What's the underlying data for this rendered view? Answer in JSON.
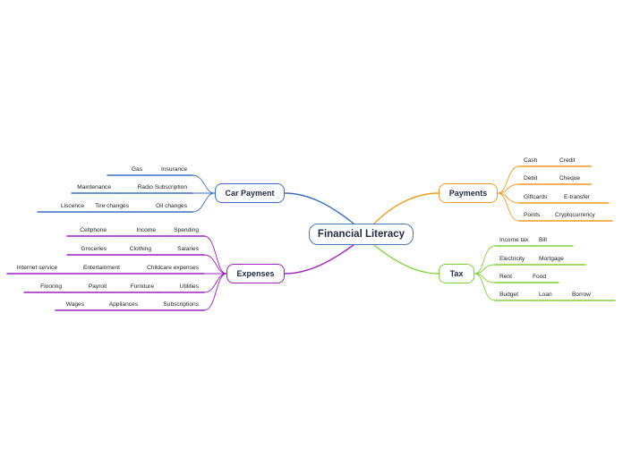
{
  "central": {
    "label": "Financial Literacy",
    "color": "#4a78b8"
  },
  "branches": [
    {
      "id": "car-payment",
      "label": "Car Payment",
      "color": "#3a6fc4",
      "leaves": [
        "Gas",
        "Insurance",
        "Maintenance",
        "Radio Subscription",
        "Liscence",
        "Tire changes",
        "Oil changes"
      ]
    },
    {
      "id": "expenses",
      "label": "Expenses",
      "color": "#a020c0",
      "leaves": [
        "Cellphone",
        "Income",
        "Spending",
        "Groceries",
        "Clothing",
        "Salaries",
        "Internet service",
        "Entertainment",
        "Childcare expenses",
        "Flooring",
        "Payroll",
        "Furniture",
        "Utilities",
        "Wages",
        "Appliances",
        "Subscriptions"
      ]
    },
    {
      "id": "payments",
      "label": "Payments",
      "color": "#f29a1f",
      "leaves": [
        "Cash",
        "Credit",
        "Debit",
        "Cheque",
        "Giftcards",
        "E-transfer",
        "Points",
        "Cryptocurrency"
      ]
    },
    {
      "id": "tax",
      "label": "Tax",
      "color": "#7fd23a",
      "leaves": [
        "Income tax",
        "Bill",
        "Electricity",
        "Mortgage",
        "Rent",
        "Food",
        "Budget",
        "Loan",
        "Borrow"
      ]
    }
  ]
}
